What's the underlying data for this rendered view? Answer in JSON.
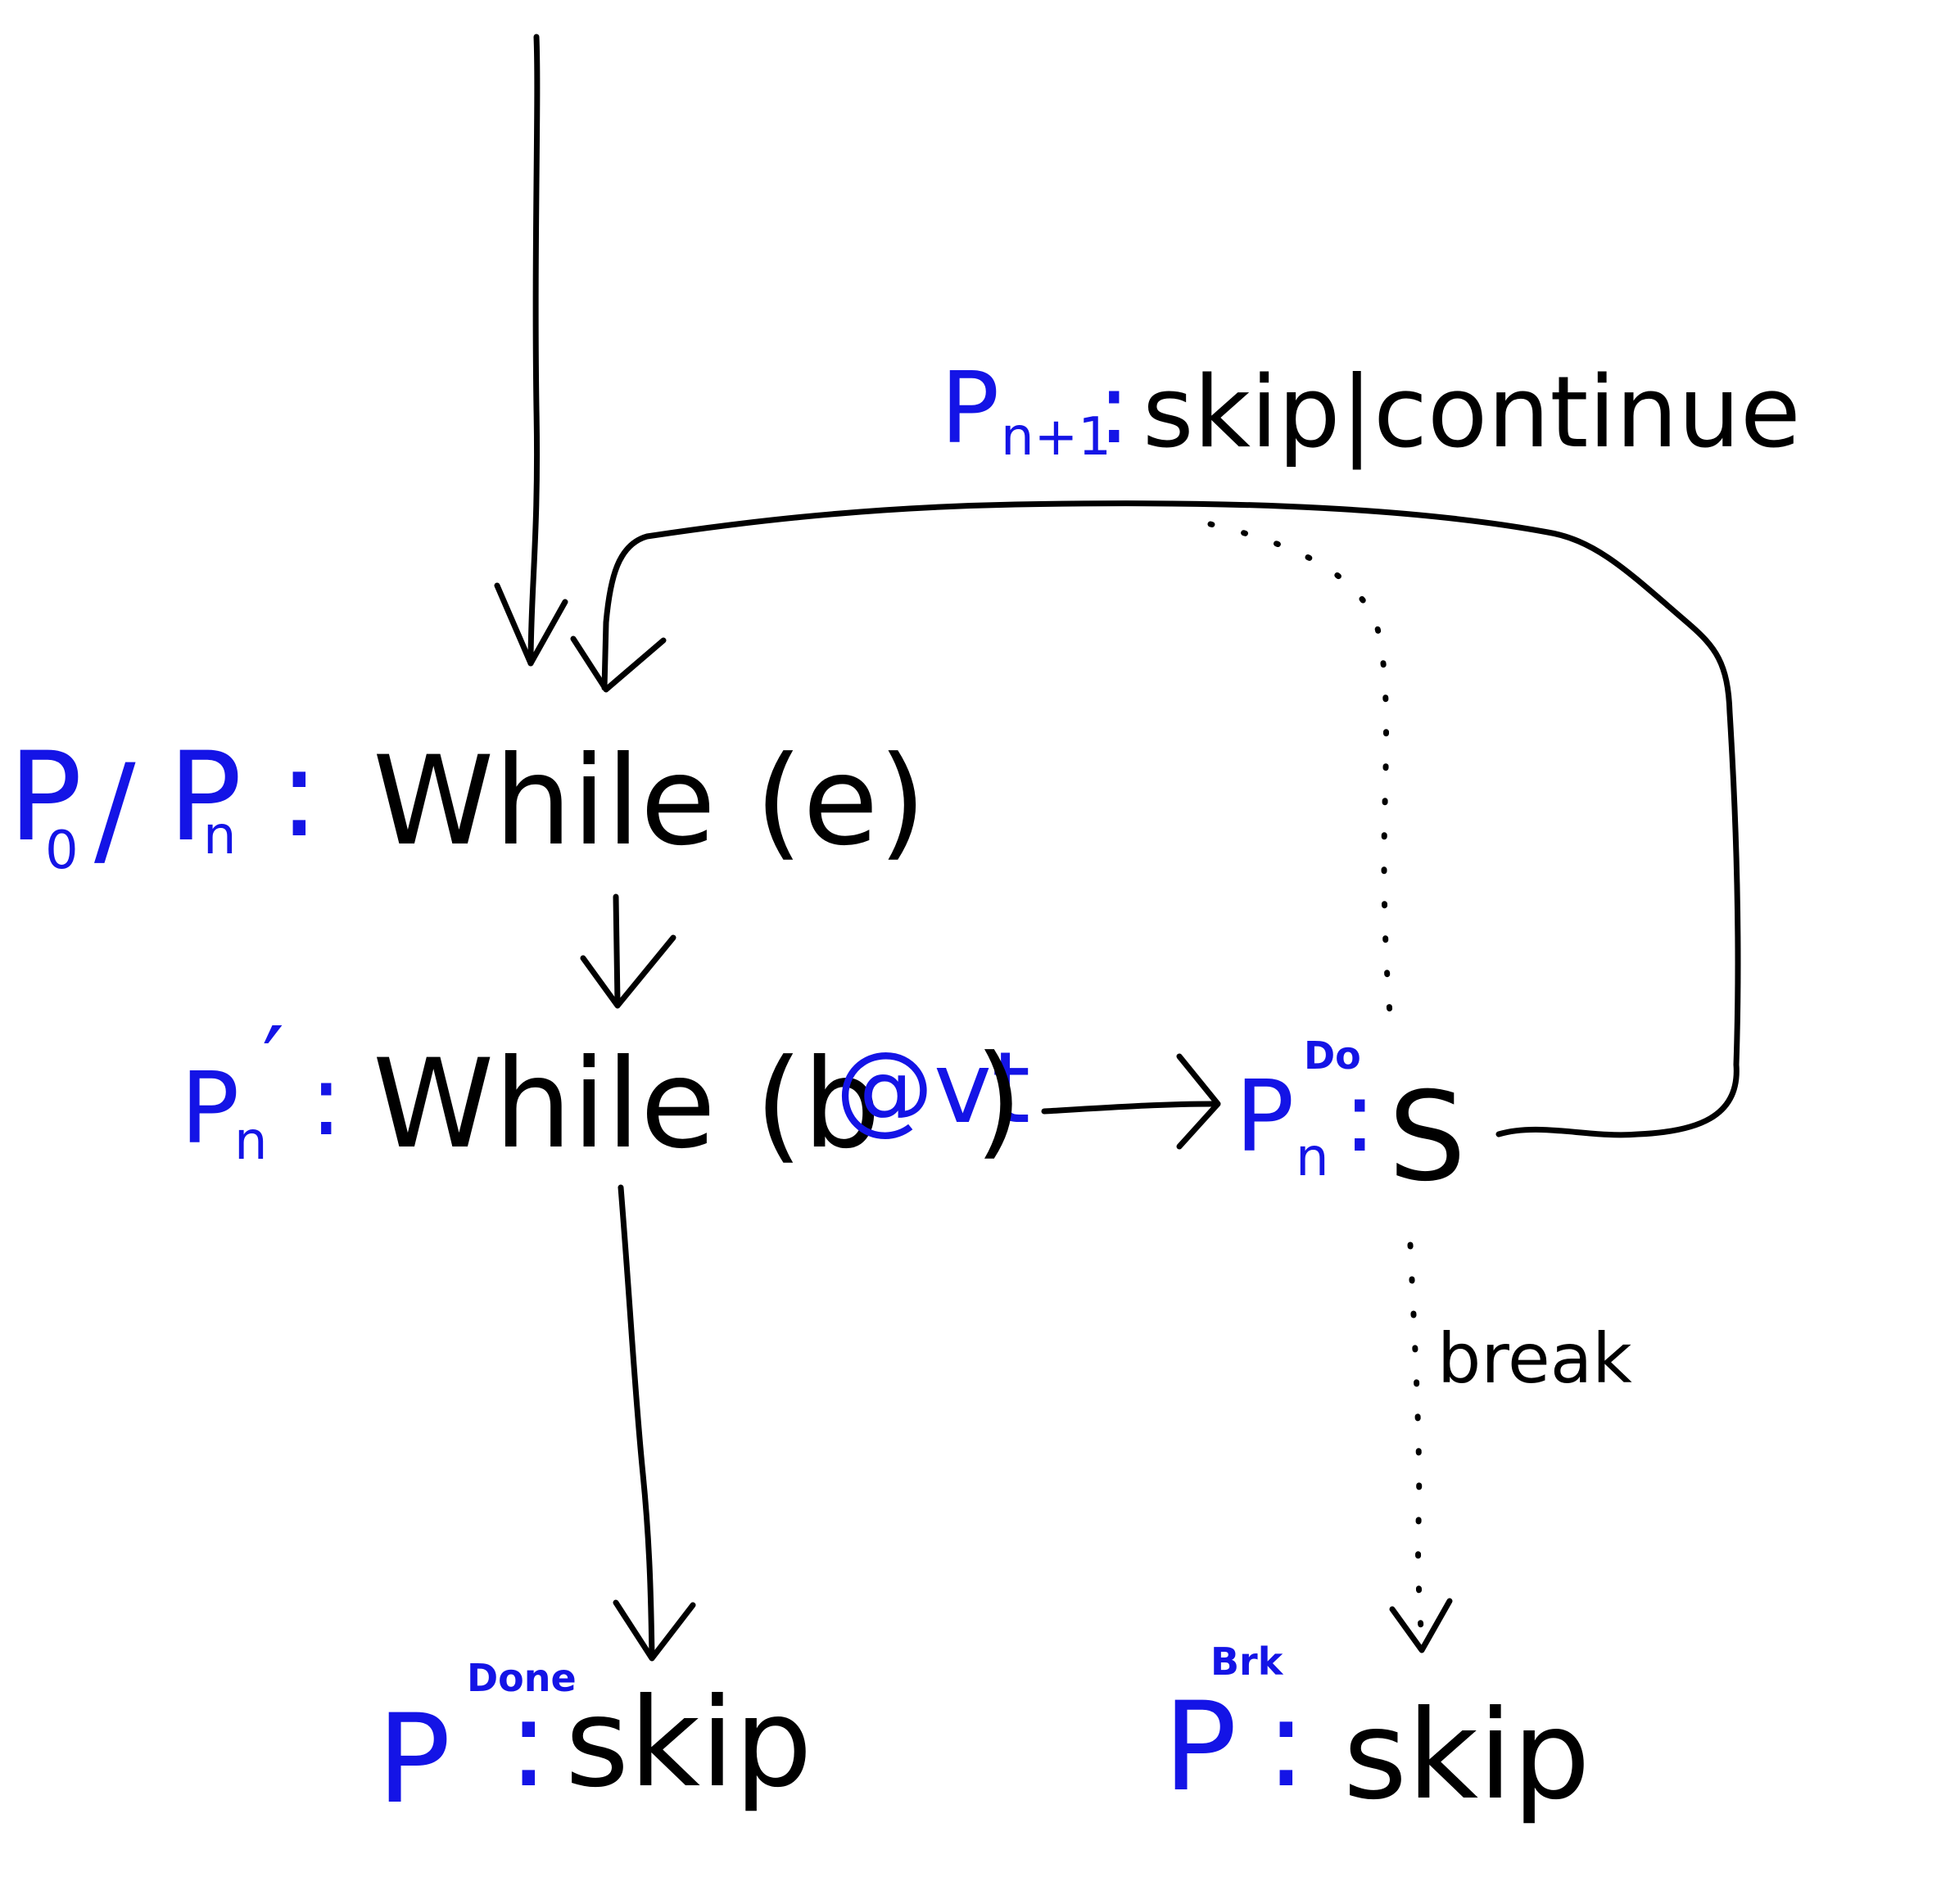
{
  "diagram": {
    "nodes": {
      "while_outer": {
        "label_p": "P",
        "label_sub_a": "0",
        "label_slash": "/",
        "label_p2": "P",
        "label_sub_b": "n",
        "label_colon": ":",
        "code": "While (e)"
      },
      "while_inner": {
        "label_p": "P",
        "label_sub": "n",
        "label_prime": "′",
        "label_colon": ":",
        "code_prefix": "While (b",
        "code_ann": "@vt",
        "code_suffix": ")"
      },
      "body": {
        "label_p": "P",
        "label_sup": "Do",
        "label_sub": "n",
        "label_colon": ":",
        "code": "S"
      },
      "continue": {
        "label_p": "P",
        "label_sub": "n+1",
        "label_colon": ":",
        "code": "skip|continue"
      },
      "done": {
        "label_p": "P",
        "label_sup": "Done",
        "label_colon": ":",
        "code": "skip"
      },
      "brk": {
        "label_p": "P",
        "label_sup": "Brk",
        "label_colon": ":",
        "code": "skip"
      }
    },
    "edges": {
      "break_label": "break"
    },
    "colors": {
      "annotation": "#1414e6",
      "code": "#000000"
    }
  }
}
